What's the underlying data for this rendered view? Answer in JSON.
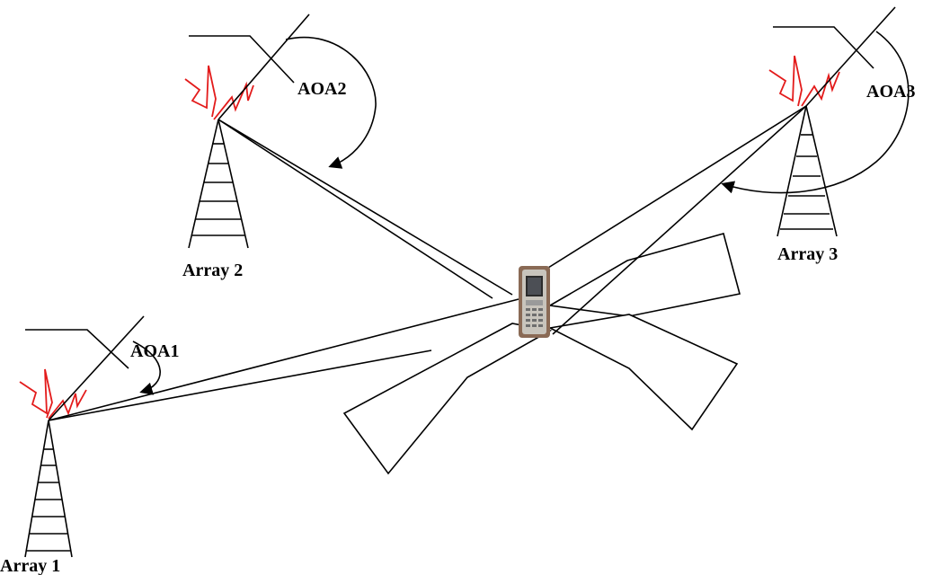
{
  "arrays": [
    {
      "label": "Array 1",
      "angle_label": "AOA1"
    },
    {
      "label": "Array 2",
      "angle_label": "AOA2"
    },
    {
      "label": "Array 3",
      "angle_label": "AOA3"
    }
  ],
  "colors": {
    "lines": "#000000",
    "radio_signal": "#e31b1b",
    "background": "#ffffff"
  },
  "icons": {
    "tower": "antenna-tower-icon",
    "signal": "radio-signal-icon",
    "handset": "mobile-phone-icon"
  }
}
